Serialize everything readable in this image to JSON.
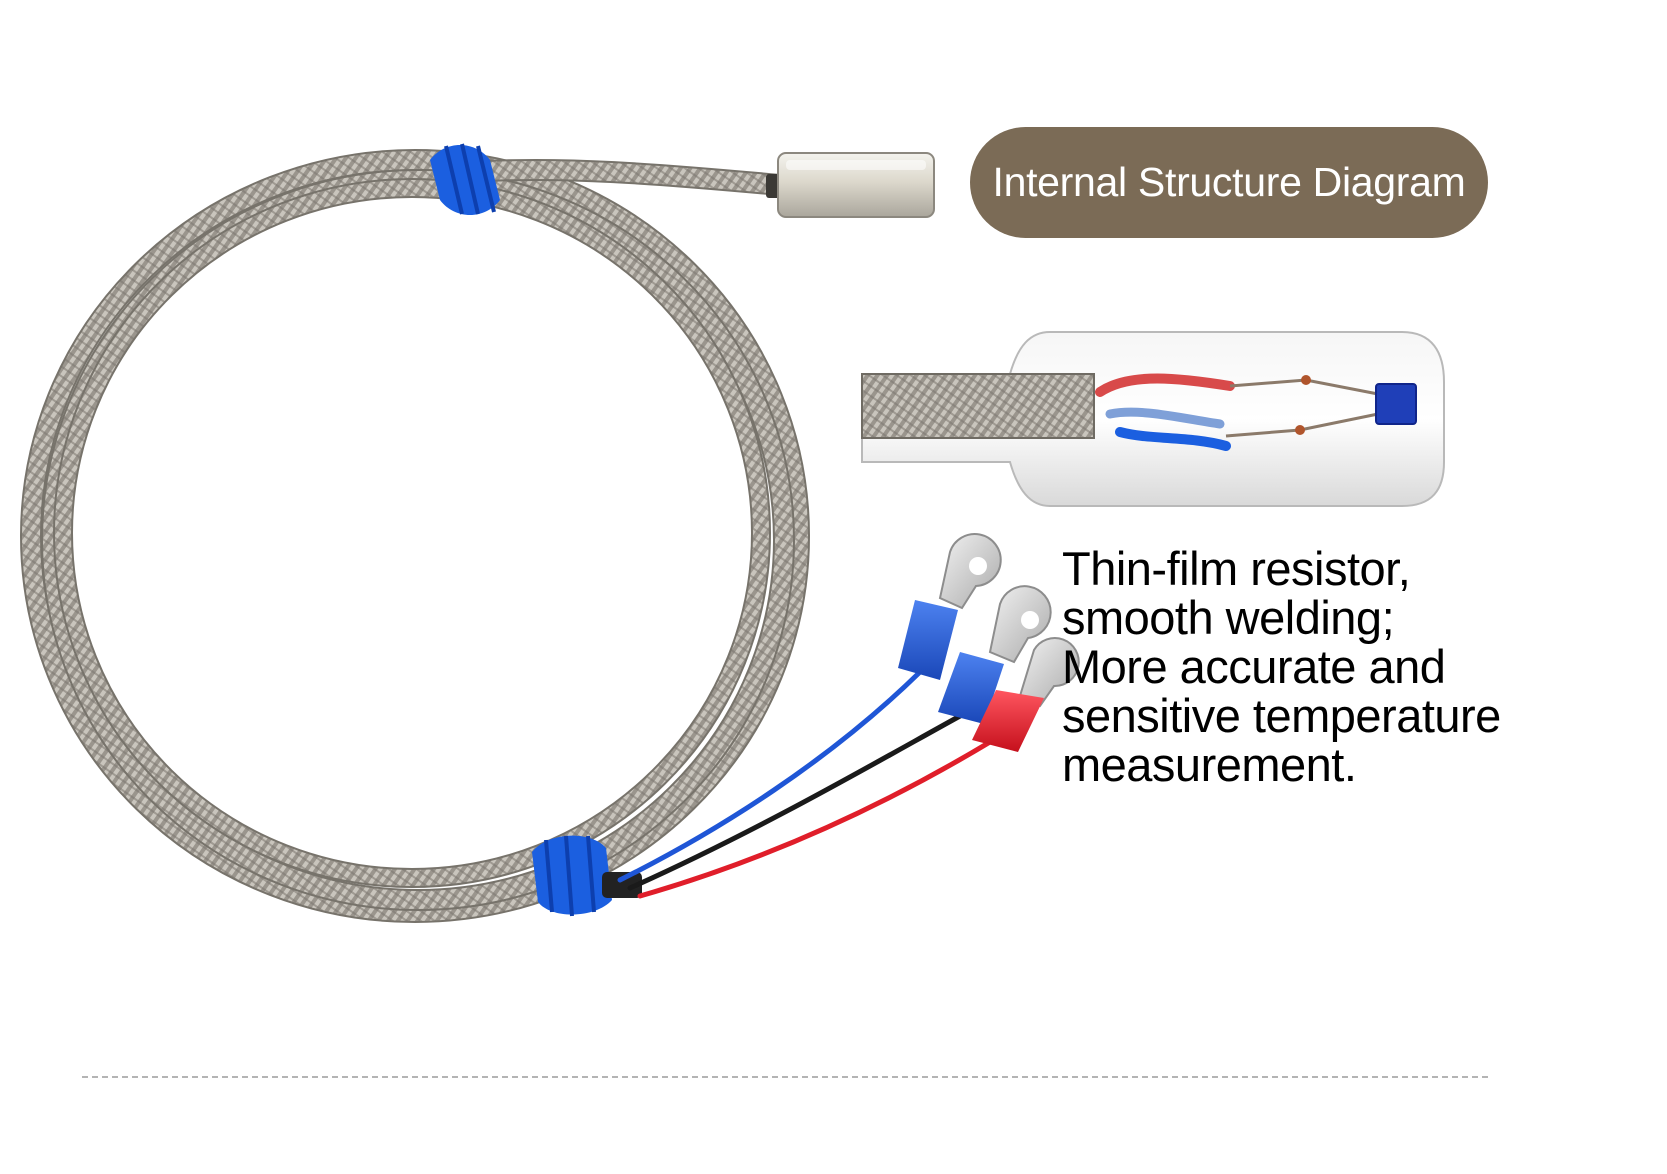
{
  "badge": {
    "text": "Internal Structure Diagram",
    "color": "#7b6b56"
  },
  "feature": {
    "lines": [
      "Thin-film resistor,",
      "smooth welding;",
      "More accurate and",
      "sensitive temperature",
      "measurement."
    ]
  },
  "wire_colors": {
    "blue": "#1f56d6",
    "black": "#1a1a1a",
    "red": "#e01e2a"
  }
}
